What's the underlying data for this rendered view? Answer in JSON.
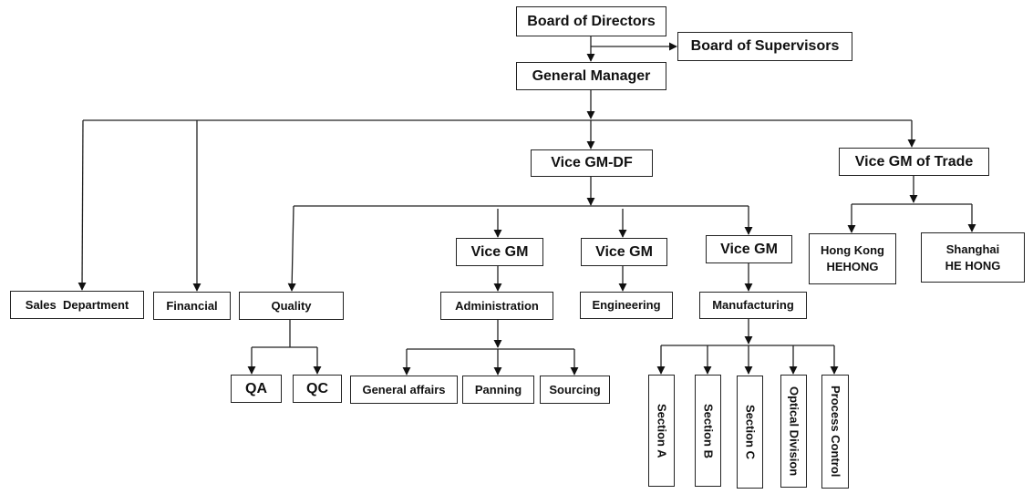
{
  "diagram": {
    "type": "org-chart",
    "nodes": [
      {
        "id": "board-directors",
        "label": "Board of Directors"
      },
      {
        "id": "board-supervisors",
        "label": "Board of Supervisors"
      },
      {
        "id": "general-manager",
        "label": "General Manager"
      },
      {
        "id": "sales",
        "label": "Sales  Department"
      },
      {
        "id": "financial",
        "label": "Financial"
      },
      {
        "id": "vice-gm-df",
        "label": "Vice GM-DF"
      },
      {
        "id": "vice-gm-trade",
        "label": "Vice GM of Trade"
      },
      {
        "id": "quality",
        "label": "Quality"
      },
      {
        "id": "vice-gm-admin",
        "label": "Vice GM"
      },
      {
        "id": "vice-gm-eng",
        "label": "Vice GM"
      },
      {
        "id": "vice-gm-mfg",
        "label": "Vice GM"
      },
      {
        "id": "hong-kong",
        "label": "Hong Kong\nHEHONG"
      },
      {
        "id": "shanghai",
        "label": "Shanghai\nHE HONG"
      },
      {
        "id": "administration",
        "label": "Administration"
      },
      {
        "id": "engineering",
        "label": "Engineering"
      },
      {
        "id": "manufacturing",
        "label": "Manufacturing"
      },
      {
        "id": "qa",
        "label": "QA"
      },
      {
        "id": "qc",
        "label": "QC"
      },
      {
        "id": "general-affairs",
        "label": "General affairs"
      },
      {
        "id": "panning",
        "label": "Panning"
      },
      {
        "id": "sourcing",
        "label": "Sourcing"
      },
      {
        "id": "section-a",
        "label": "Section  A"
      },
      {
        "id": "section-b",
        "label": "Section  B"
      },
      {
        "id": "section-c",
        "label": "Section  C"
      },
      {
        "id": "optical-division",
        "label": "Optical Division"
      },
      {
        "id": "process-control",
        "label": "Process  Control"
      }
    ],
    "edges": [
      [
        "board-directors",
        "general-manager"
      ],
      [
        "board-directors",
        "board-supervisors"
      ],
      [
        "general-manager",
        "sales"
      ],
      [
        "general-manager",
        "financial"
      ],
      [
        "general-manager",
        "vice-gm-df"
      ],
      [
        "general-manager",
        "vice-gm-trade"
      ],
      [
        "vice-gm-df",
        "quality"
      ],
      [
        "vice-gm-df",
        "vice-gm-admin"
      ],
      [
        "vice-gm-df",
        "vice-gm-eng"
      ],
      [
        "vice-gm-df",
        "vice-gm-mfg"
      ],
      [
        "vice-gm-trade",
        "hong-kong"
      ],
      [
        "vice-gm-trade",
        "shanghai"
      ],
      [
        "vice-gm-admin",
        "administration"
      ],
      [
        "vice-gm-eng",
        "engineering"
      ],
      [
        "vice-gm-mfg",
        "manufacturing"
      ],
      [
        "quality",
        "qa"
      ],
      [
        "quality",
        "qc"
      ],
      [
        "administration",
        "general-affairs"
      ],
      [
        "administration",
        "panning"
      ],
      [
        "administration",
        "sourcing"
      ],
      [
        "manufacturing",
        "section-a"
      ],
      [
        "manufacturing",
        "section-b"
      ],
      [
        "manufacturing",
        "section-c"
      ],
      [
        "manufacturing",
        "optical-division"
      ],
      [
        "manufacturing",
        "process-control"
      ]
    ]
  }
}
